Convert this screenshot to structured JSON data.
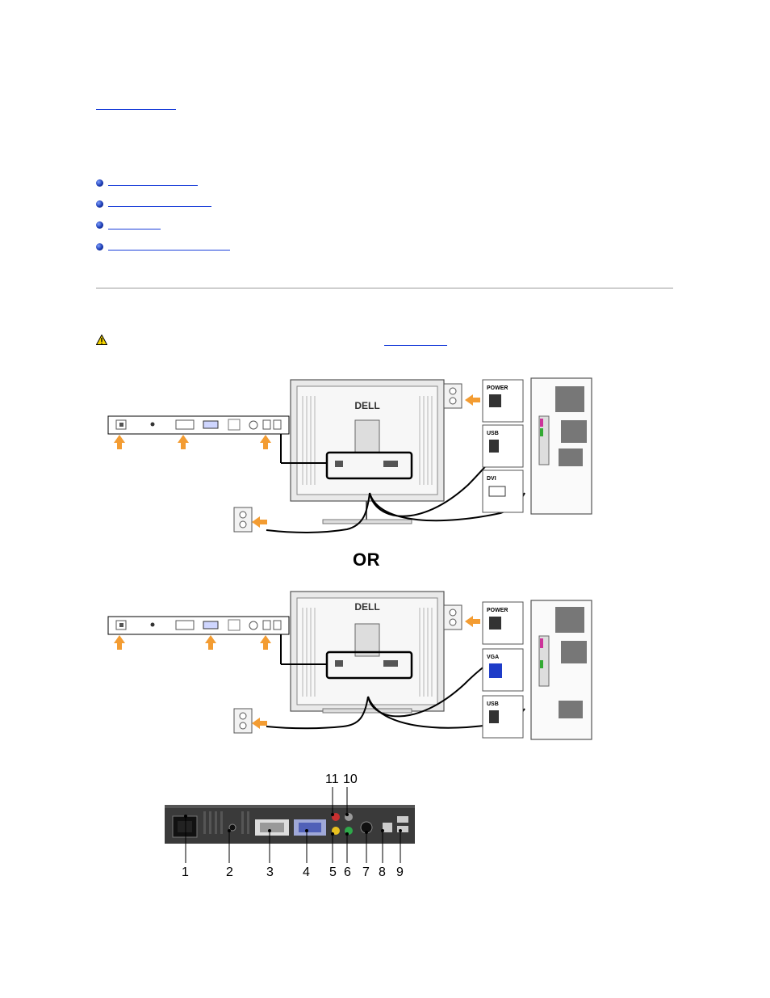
{
  "diagrams": {
    "separator_label": "OR",
    "top_panel_labels": [
      "POWER",
      "USB",
      "DVI"
    ],
    "bottom_panel_labels": [
      "POWER",
      "VGA",
      "USB"
    ],
    "monitor_brand": "DELL"
  },
  "rear_panel": {
    "port_numbers": [
      "1",
      "2",
      "3",
      "4",
      "5",
      "6",
      "7",
      "8",
      "9",
      "10",
      "11"
    ]
  }
}
